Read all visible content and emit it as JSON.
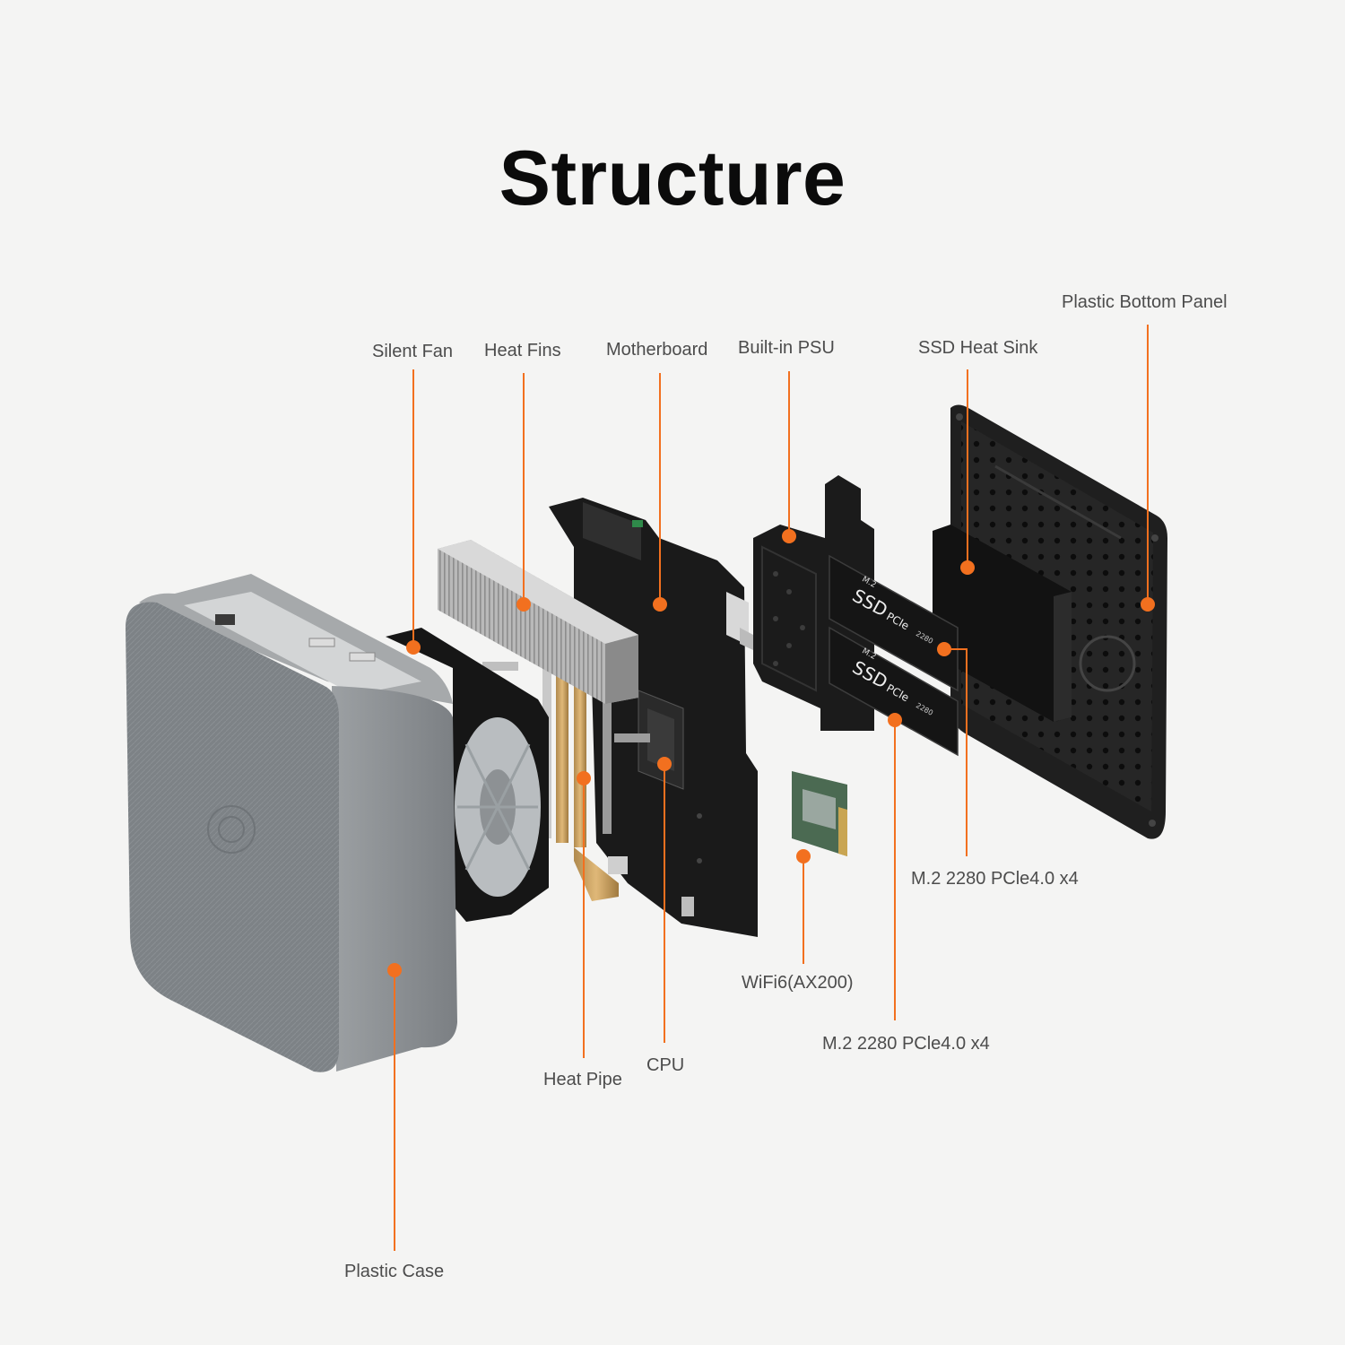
{
  "title": "Structure",
  "accent_color": "#f2701f",
  "labels": {
    "silent_fan": "Silent Fan",
    "heat_fins": "Heat Fins",
    "motherboard": "Motherboard",
    "psu": "Built-in PSU",
    "ssd_heat_sink": "SSD Heat Sink",
    "bottom_panel": "Plastic Bottom Panel",
    "m2_upper": "M.2 2280 PCle4.0 x4",
    "wifi": "WiFi6(AX200)",
    "m2_lower": "M.2 2280 PCle4.0 x4",
    "cpu": "CPU",
    "heat_pipe": "Heat Pipe",
    "plastic_case": "Plastic Case"
  },
  "ssd_card": {
    "form": "M.2",
    "name": "SSD",
    "interface": "PCIe",
    "size": "2280"
  }
}
